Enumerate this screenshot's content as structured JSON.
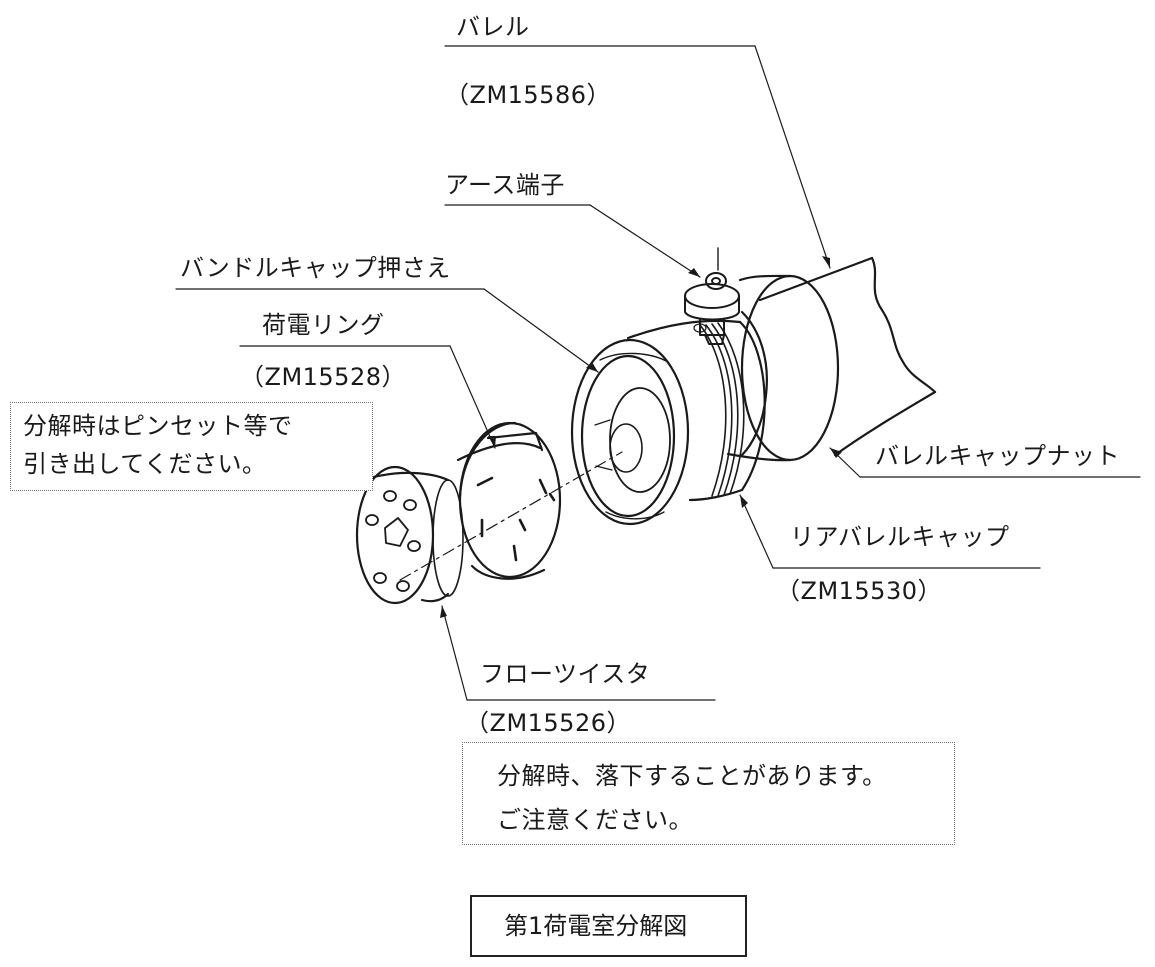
{
  "labels": {
    "barrel": "バレル",
    "barrel_code": "（ZM15586）",
    "earth_terminal": "アース端子",
    "bundle_cap_retainer": "バンドルキャップ押さえ",
    "charging_ring": "荷電リング",
    "charging_ring_code": "（ZM15528）",
    "barrel_cap_nut": "バレルキャップナット",
    "rear_barrel_cap": "リアバレルキャップ",
    "rear_barrel_cap_code": "（ZM15530）",
    "flow_twister": "フローツイスタ",
    "flow_twister_code": "（ZM15526）"
  },
  "notes": {
    "tweezers": [
      "分解時はピンセット等で",
      "引き出してください。"
    ],
    "drop_warning": [
      "分解時、落下することがあります。",
      "ご注意ください。"
    ]
  },
  "title": "第1荷電室分解図"
}
